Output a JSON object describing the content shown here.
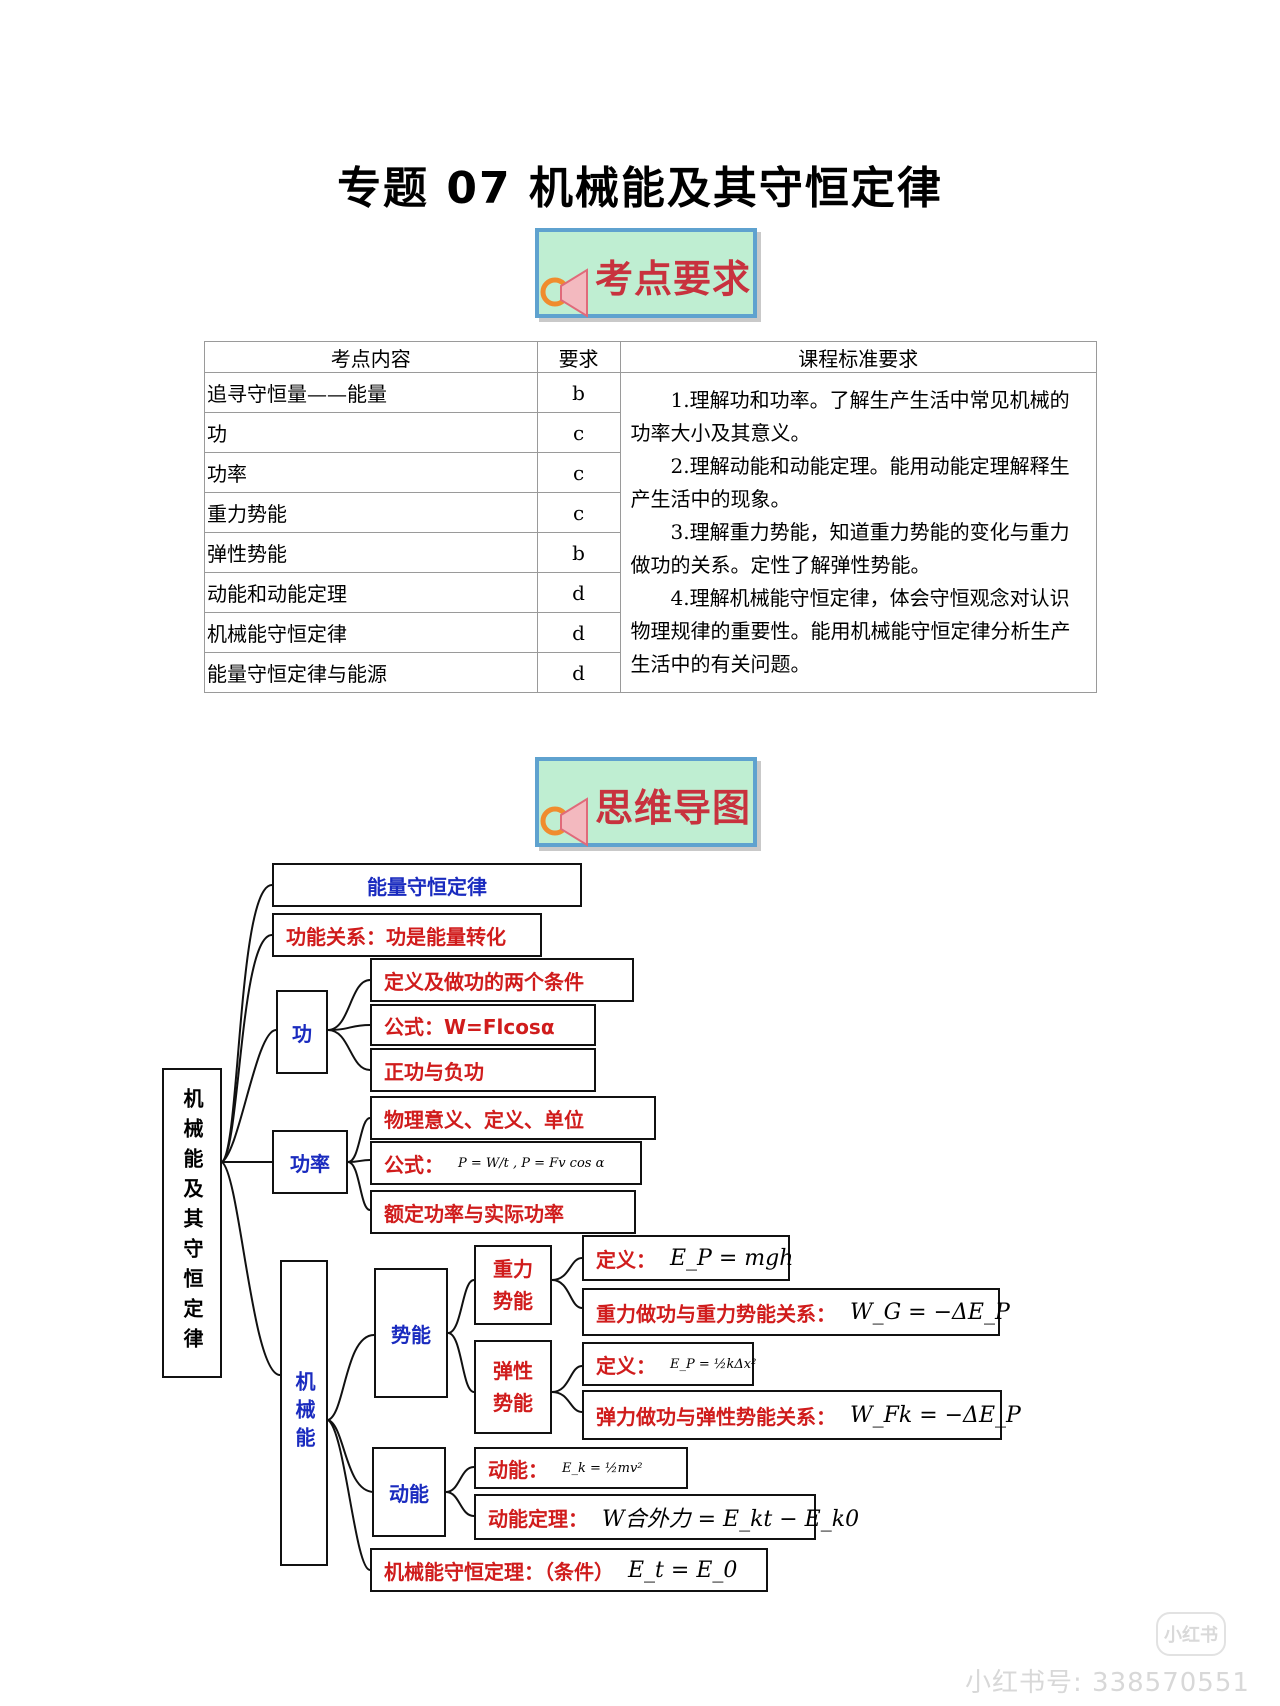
{
  "title": "专题 07 机械能及其守恒定律",
  "badges": {
    "requirements": "考点要求",
    "mindmap": "思维导图"
  },
  "table": {
    "headers": [
      "考点内容",
      "要求",
      "课程标准要求"
    ],
    "rows": [
      {
        "topic": "追寻守恒量——能量",
        "level": "b"
      },
      {
        "topic": "功",
        "level": "c"
      },
      {
        "topic": "功率",
        "level": "c"
      },
      {
        "topic": "重力势能",
        "level": "c"
      },
      {
        "topic": "弹性势能",
        "level": "b"
      },
      {
        "topic": "动能和动能定理",
        "level": "d"
      },
      {
        "topic": "机械能守恒定律",
        "level": "d"
      },
      {
        "topic": "能量守恒定律与能源",
        "level": "d"
      }
    ],
    "standards": [
      "1.理解功和功率。了解生产生活中常见机械的功率大小及其意义。",
      "2.理解动能和动能定理。能用动能定理解释生产生活中的现象。",
      "3.理解重力势能，知道重力势能的变化与重力做功的关系。定性了解弹性势能。",
      "4.理解机械能守恒定律，体会守恒观念对认识物理规律的重要性。能用机械能守恒定律分析生产生活中的有关问题。"
    ]
  },
  "mindmap": {
    "root": "机械能及其守恒定律",
    "energy_law": "能量守恒定律",
    "work_energy": "功能关系：功是能量转化",
    "work": {
      "label": "功",
      "items": [
        "定义及做功的两个条件",
        "公式：W=Flcosα",
        "正功与负功"
      ]
    },
    "power": {
      "label": "功率",
      "items": [
        "物理意义、定义、单位",
        "公式：",
        "额定功率与实际功率"
      ],
      "formula": "P = W/t , P = Fv cos α"
    },
    "mech": {
      "label": "机械能",
      "potential": {
        "label": "势能",
        "gravity": {
          "label": [
            "重力",
            "势能"
          ],
          "def": "定义：",
          "def_formula": "E_P = mgh",
          "relation": "重力做功与重力势能关系：",
          "relation_formula": "W_G = −ΔE_P"
        },
        "elastic": {
          "label": [
            "弹性",
            "势能"
          ],
          "def": "定义：",
          "def_formula": "E_P = ½kΔx²",
          "relation": "弹力做功与弹性势能关系：",
          "relation_formula": "W_Fk = −ΔE_P"
        }
      },
      "kinetic": {
        "label": "动能",
        "def": "动能：",
        "def_formula": "E_k = ½mv²",
        "theorem": "动能定理：",
        "theorem_formula": "W合外力 = E_kt − E_k0"
      },
      "conservation": "机械能守恒定理：（条件）",
      "conservation_formula": "E_t = E_0"
    }
  },
  "watermark": {
    "logo": "小红书",
    "text": "小红书号: 338570551"
  }
}
